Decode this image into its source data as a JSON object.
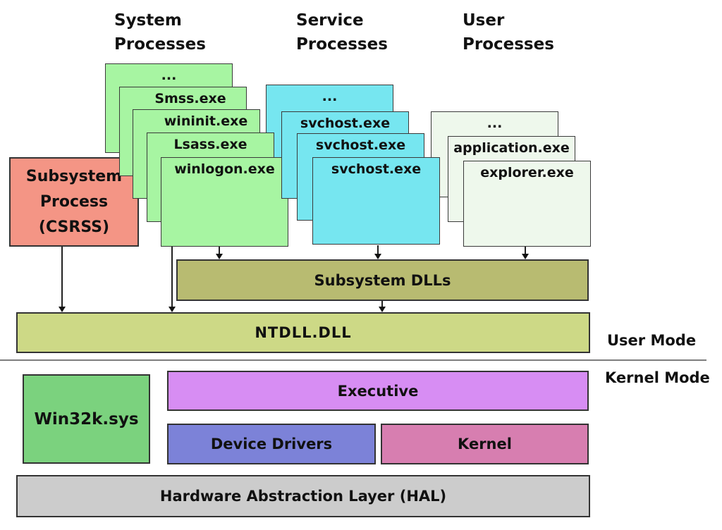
{
  "column_headers": {
    "system": {
      "line1": "System",
      "line2": "Processes"
    },
    "service": {
      "line1": "Service",
      "line2": "Processes"
    },
    "user": {
      "line1": "User",
      "line2": "Processes"
    }
  },
  "process_stacks": {
    "system": {
      "color": "#a7f5a2",
      "cards": [
        "...",
        "Smss.exe",
        "wininit.exe",
        "Lsass.exe",
        "winlogon.exe"
      ]
    },
    "service": {
      "color": "#76e6f0",
      "cards": [
        "...",
        "svchost.exe",
        "svchost.exe",
        "svchost.exe"
      ]
    },
    "user": {
      "color": "#eef8ec",
      "cards": [
        "...",
        "application.exe",
        "explorer.exe"
      ]
    }
  },
  "boxes": {
    "subsystem_process": {
      "color": "#f49585",
      "line1": "Subsystem",
      "line2": "Process",
      "line3": "(CSRSS)"
    },
    "subsystem_dlls": {
      "color": "#b8bb71",
      "label": "Subsystem DLLs"
    },
    "ntdll": {
      "color": "#cdd986",
      "label": "NTDLL.DLL"
    },
    "win32k": {
      "color": "#7bd27e",
      "label": "Win32k.sys"
    },
    "executive": {
      "color": "#d78df3",
      "label": "Executive"
    },
    "device_drivers": {
      "color": "#7c82d8",
      "label": "Device Drivers"
    },
    "kernel": {
      "color": "#d77eb0",
      "label": "Kernel"
    },
    "hal": {
      "color": "#cccccc",
      "label": "Hardware Abstraction Layer (HAL)"
    }
  },
  "mode_labels": {
    "user": "User Mode",
    "kernel": "Kernel Mode"
  }
}
